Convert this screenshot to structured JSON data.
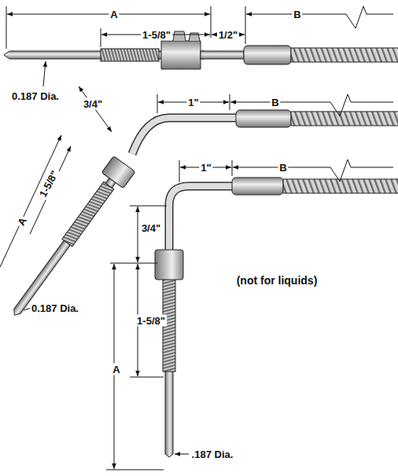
{
  "diagram": {
    "labels": [
      "A",
      "1-5/8\"",
      "1/2\"",
      "B",
      "0.187 Dia.",
      "3/4\"",
      "1\"",
      "B",
      "1-5/8\"",
      "A",
      "0.187 Dia.",
      "1\"",
      "B",
      "3/4\"",
      "(not for liquids)",
      "1-5/8\"",
      "A",
      ".187 Dia."
    ]
  }
}
